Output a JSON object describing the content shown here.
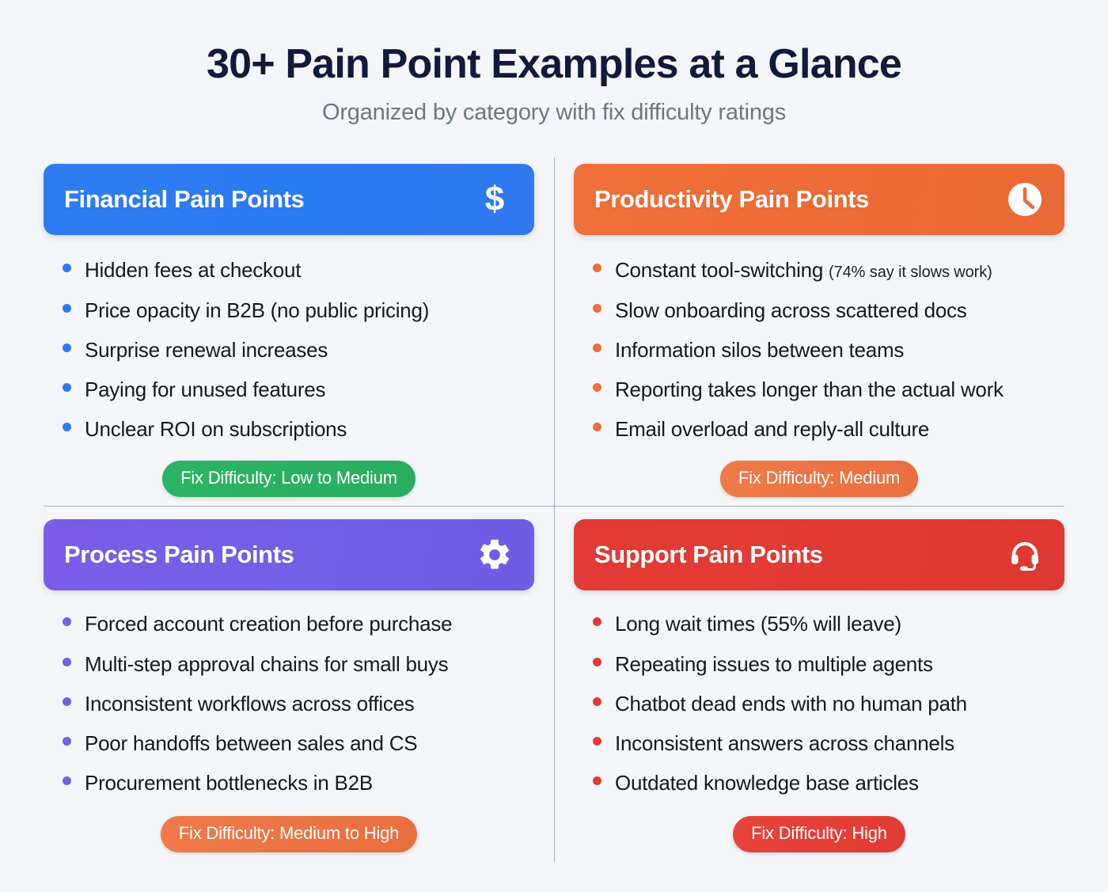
{
  "header": {
    "title": "30+ Pain Point Examples at a Glance",
    "subtitle": "Organized by category with fix difficulty ratings"
  },
  "colors": {
    "background": "#f4f6f9",
    "title": "#101a3c",
    "subtitle": "#6b7687",
    "financial": "#2b7bf5",
    "productivity": "#ee6f38",
    "process": "#7360e6",
    "support": "#e03a31",
    "badge_low_medium": "#29b060",
    "badge_medium": "#ec7140",
    "badge_medium_high": "#ec7140",
    "badge_high": "#e03b33"
  },
  "cards": [
    {
      "id": "financial",
      "title": "Financial Pain Points",
      "icon": "dollar-icon",
      "items": [
        {
          "text": "Hidden fees at checkout",
          "note": ""
        },
        {
          "text": "Price opacity in B2B (no public pricing)",
          "note": ""
        },
        {
          "text": "Surprise renewal increases",
          "note": ""
        },
        {
          "text": "Paying for unused features",
          "note": ""
        },
        {
          "text": "Unclear ROI on subscriptions",
          "note": ""
        }
      ],
      "badge": "Fix Difficulty: Low to Medium"
    },
    {
      "id": "productivity",
      "title": "Productivity Pain Points",
      "icon": "clock-icon",
      "items": [
        {
          "text": "Constant tool-switching",
          "note": "(74% say it slows work)"
        },
        {
          "text": "Slow onboarding across scattered docs",
          "note": ""
        },
        {
          "text": "Information silos between teams",
          "note": ""
        },
        {
          "text": "Reporting takes longer than the actual work",
          "note": ""
        },
        {
          "text": "Email overload and reply-all culture",
          "note": ""
        }
      ],
      "badge": "Fix Difficulty: Medium"
    },
    {
      "id": "process",
      "title": "Process Pain Points",
      "icon": "gear-icon",
      "items": [
        {
          "text": "Forced account creation before purchase",
          "note": ""
        },
        {
          "text": "Multi-step approval chains for small buys",
          "note": ""
        },
        {
          "text": "Inconsistent workflows across offices",
          "note": ""
        },
        {
          "text": "Poor handoffs between sales and CS",
          "note": ""
        },
        {
          "text": "Procurement bottlenecks in B2B",
          "note": ""
        }
      ],
      "badge": "Fix Difficulty: Medium to High"
    },
    {
      "id": "support",
      "title": "Support Pain Points",
      "icon": "headset-icon",
      "items": [
        {
          "text": "Long wait times (55% will leave)",
          "note": ""
        },
        {
          "text": "Repeating issues to multiple agents",
          "note": ""
        },
        {
          "text": "Chatbot dead ends with no human path",
          "note": ""
        },
        {
          "text": "Inconsistent answers across channels",
          "note": ""
        },
        {
          "text": "Outdated knowledge base articles",
          "note": ""
        }
      ],
      "badge": "Fix Difficulty: High"
    }
  ]
}
